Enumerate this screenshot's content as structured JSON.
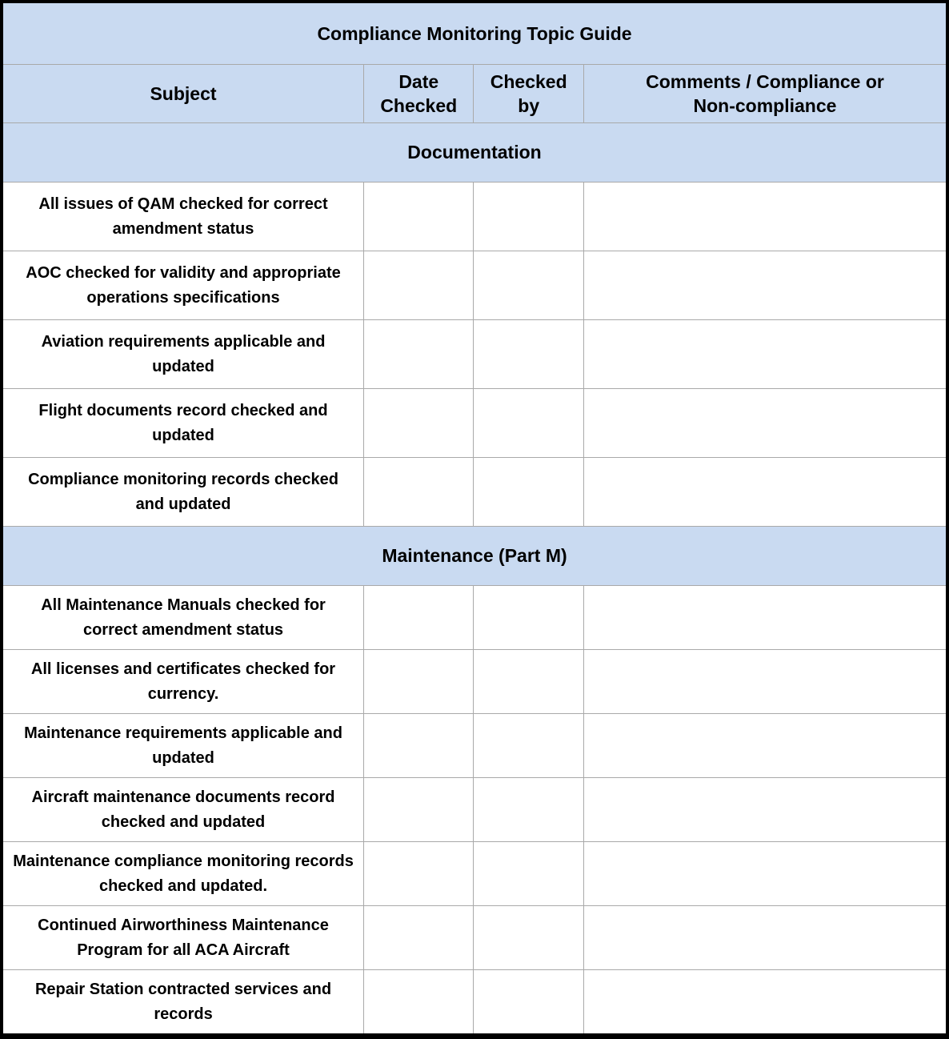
{
  "title": "Compliance Monitoring Topic Guide",
  "columns": [
    {
      "id": "subject",
      "label": "Subject"
    },
    {
      "id": "date_checked",
      "label": "Date Checked"
    },
    {
      "id": "checked_by",
      "label": "Checked by"
    },
    {
      "id": "comments",
      "label": "Comments / Compliance or Non-compliance"
    }
  ],
  "sections": [
    {
      "label": "Documentation",
      "rows": [
        {
          "subject": "All issues of QAM checked for correct amendment status",
          "date_checked": "",
          "checked_by": "",
          "comments": ""
        },
        {
          "subject": "AOC checked for validity and appropriate operations specifications",
          "date_checked": "",
          "checked_by": "",
          "comments": ""
        },
        {
          "subject": "Aviation requirements applicable and updated",
          "date_checked": "",
          "checked_by": "",
          "comments": ""
        },
        {
          "subject": "Flight documents record checked and updated",
          "date_checked": "",
          "checked_by": "",
          "comments": ""
        },
        {
          "subject": "Compliance monitoring records checked and updated",
          "date_checked": "",
          "checked_by": "",
          "comments": ""
        }
      ]
    },
    {
      "label": "Maintenance (Part M)",
      "rows": [
        {
          "subject": "All Maintenance Manuals checked for correct amendment status",
          "date_checked": "",
          "checked_by": "",
          "comments": ""
        },
        {
          "subject": "All licenses and certificates checked for currency.",
          "date_checked": "",
          "checked_by": "",
          "comments": ""
        },
        {
          "subject": "Maintenance requirements applicable and updated",
          "date_checked": "",
          "checked_by": "",
          "comments": ""
        },
        {
          "subject": "Aircraft maintenance documents record checked and updated",
          "date_checked": "",
          "checked_by": "",
          "comments": ""
        },
        {
          "subject": "Maintenance compliance monitoring records checked and updated.",
          "date_checked": "",
          "checked_by": "",
          "comments": ""
        },
        {
          "subject": "Continued Airworthiness Maintenance Program for all ACA Aircraft",
          "date_checked": "",
          "checked_by": "",
          "comments": ""
        },
        {
          "subject": "Repair Station contracted services and records",
          "date_checked": "",
          "checked_by": "",
          "comments": ""
        }
      ]
    }
  ],
  "colors": {
    "band_background": "#c9daf1",
    "grid_line": "#a9a9a9",
    "outer_border": "#000000",
    "text": "#000000",
    "row_background": "#ffffff"
  }
}
